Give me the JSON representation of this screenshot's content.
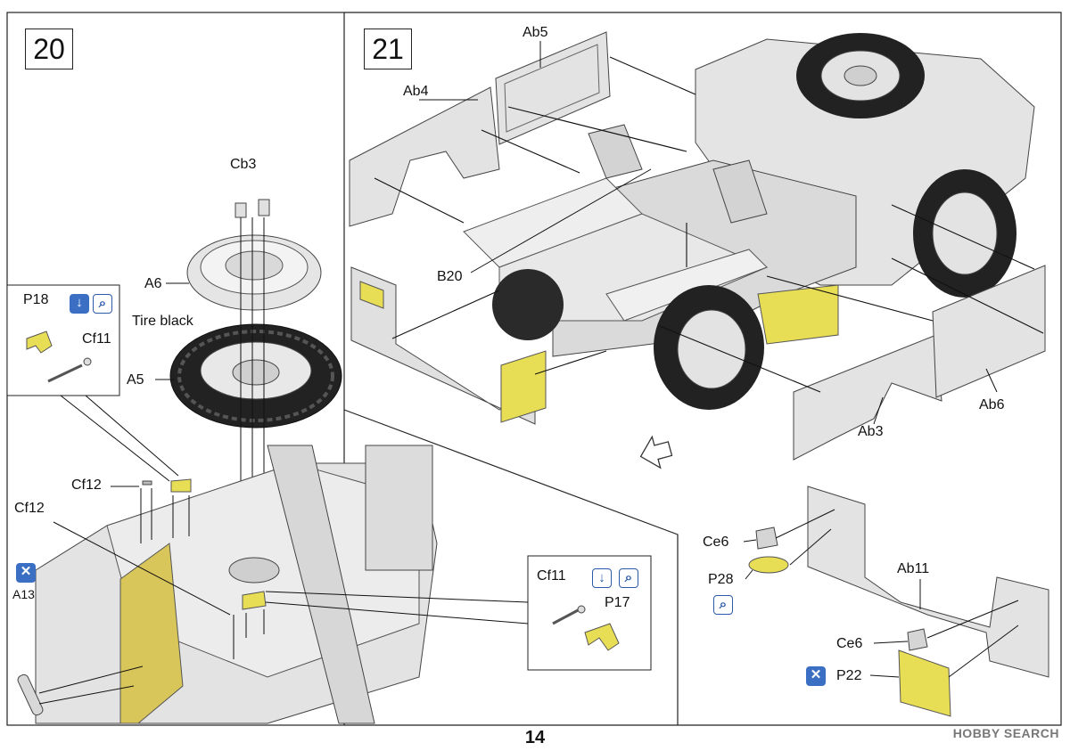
{
  "page": {
    "number": "14",
    "watermark": "HOBBY SEARCH"
  },
  "steps": [
    {
      "number": "20"
    },
    {
      "number": "21"
    }
  ],
  "step20": {
    "parts": {
      "cb3": "Cb3",
      "a6": "A6",
      "tire_note": "Tire black",
      "a5": "A5",
      "p18": "P18",
      "cf11_top": "Cf11",
      "cf12_a": "Cf12",
      "cf12_b": "Cf12",
      "a13": "A13",
      "cf11_inset": "Cf11",
      "p17": "P17"
    }
  },
  "step21": {
    "parts": {
      "ab5": "Ab5",
      "ab4": "Ab4",
      "b20": "B20",
      "ab3": "Ab3",
      "ab6": "Ab6",
      "ce6_a": "Ce6",
      "p28": "P28",
      "ab11": "Ab11",
      "ce6_b": "Ce6",
      "p22": "P22"
    }
  },
  "icons": {
    "bend": "bend-icon",
    "glue": "glue-icon",
    "cut": "cut-icon"
  },
  "colors": {
    "photo_etch": "#e8de55",
    "part_grey": "#e3e3e3",
    "icon_blue": "#3b6fc4"
  }
}
